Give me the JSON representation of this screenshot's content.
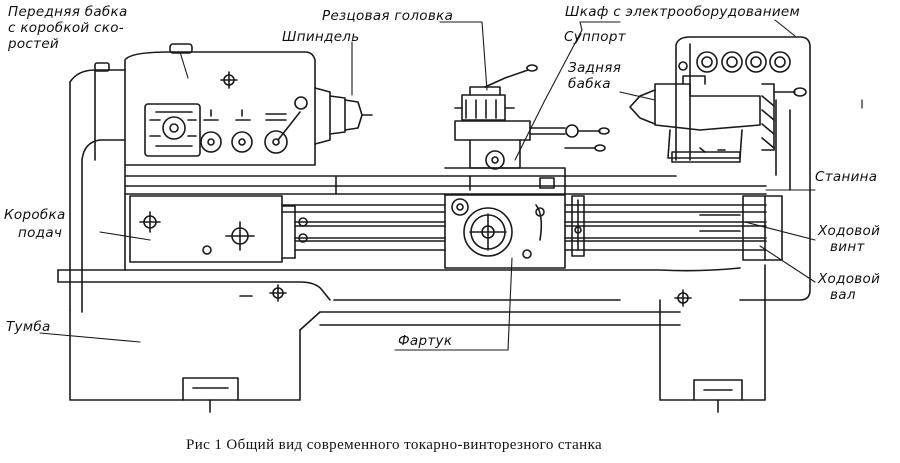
{
  "labels": {
    "headstock_l1": "Передняя бабка",
    "headstock_l2": "с коробкой ско-",
    "headstock_l3": "ростей",
    "tool_head": "Резцовая головка",
    "spindle": "Шпиндель",
    "cabinet": "Шкаф с электрооборудованием",
    "carriage": "Суппорт",
    "tailstock_l1": "Задняя",
    "tailstock_l2": "бабка",
    "bed": "Станина",
    "feed_box_l1": "Коробка",
    "feed_box_l2": "подач",
    "lead_screw_l1": "Ходовой",
    "lead_screw_l2": "винт",
    "feed_shaft_l1": "Ходовой",
    "feed_shaft_l2": "вал",
    "pedestal": "Тумба",
    "apron": "Фартук"
  },
  "caption": "Рис 1 Общий вид современного токарно-винторезного станка"
}
